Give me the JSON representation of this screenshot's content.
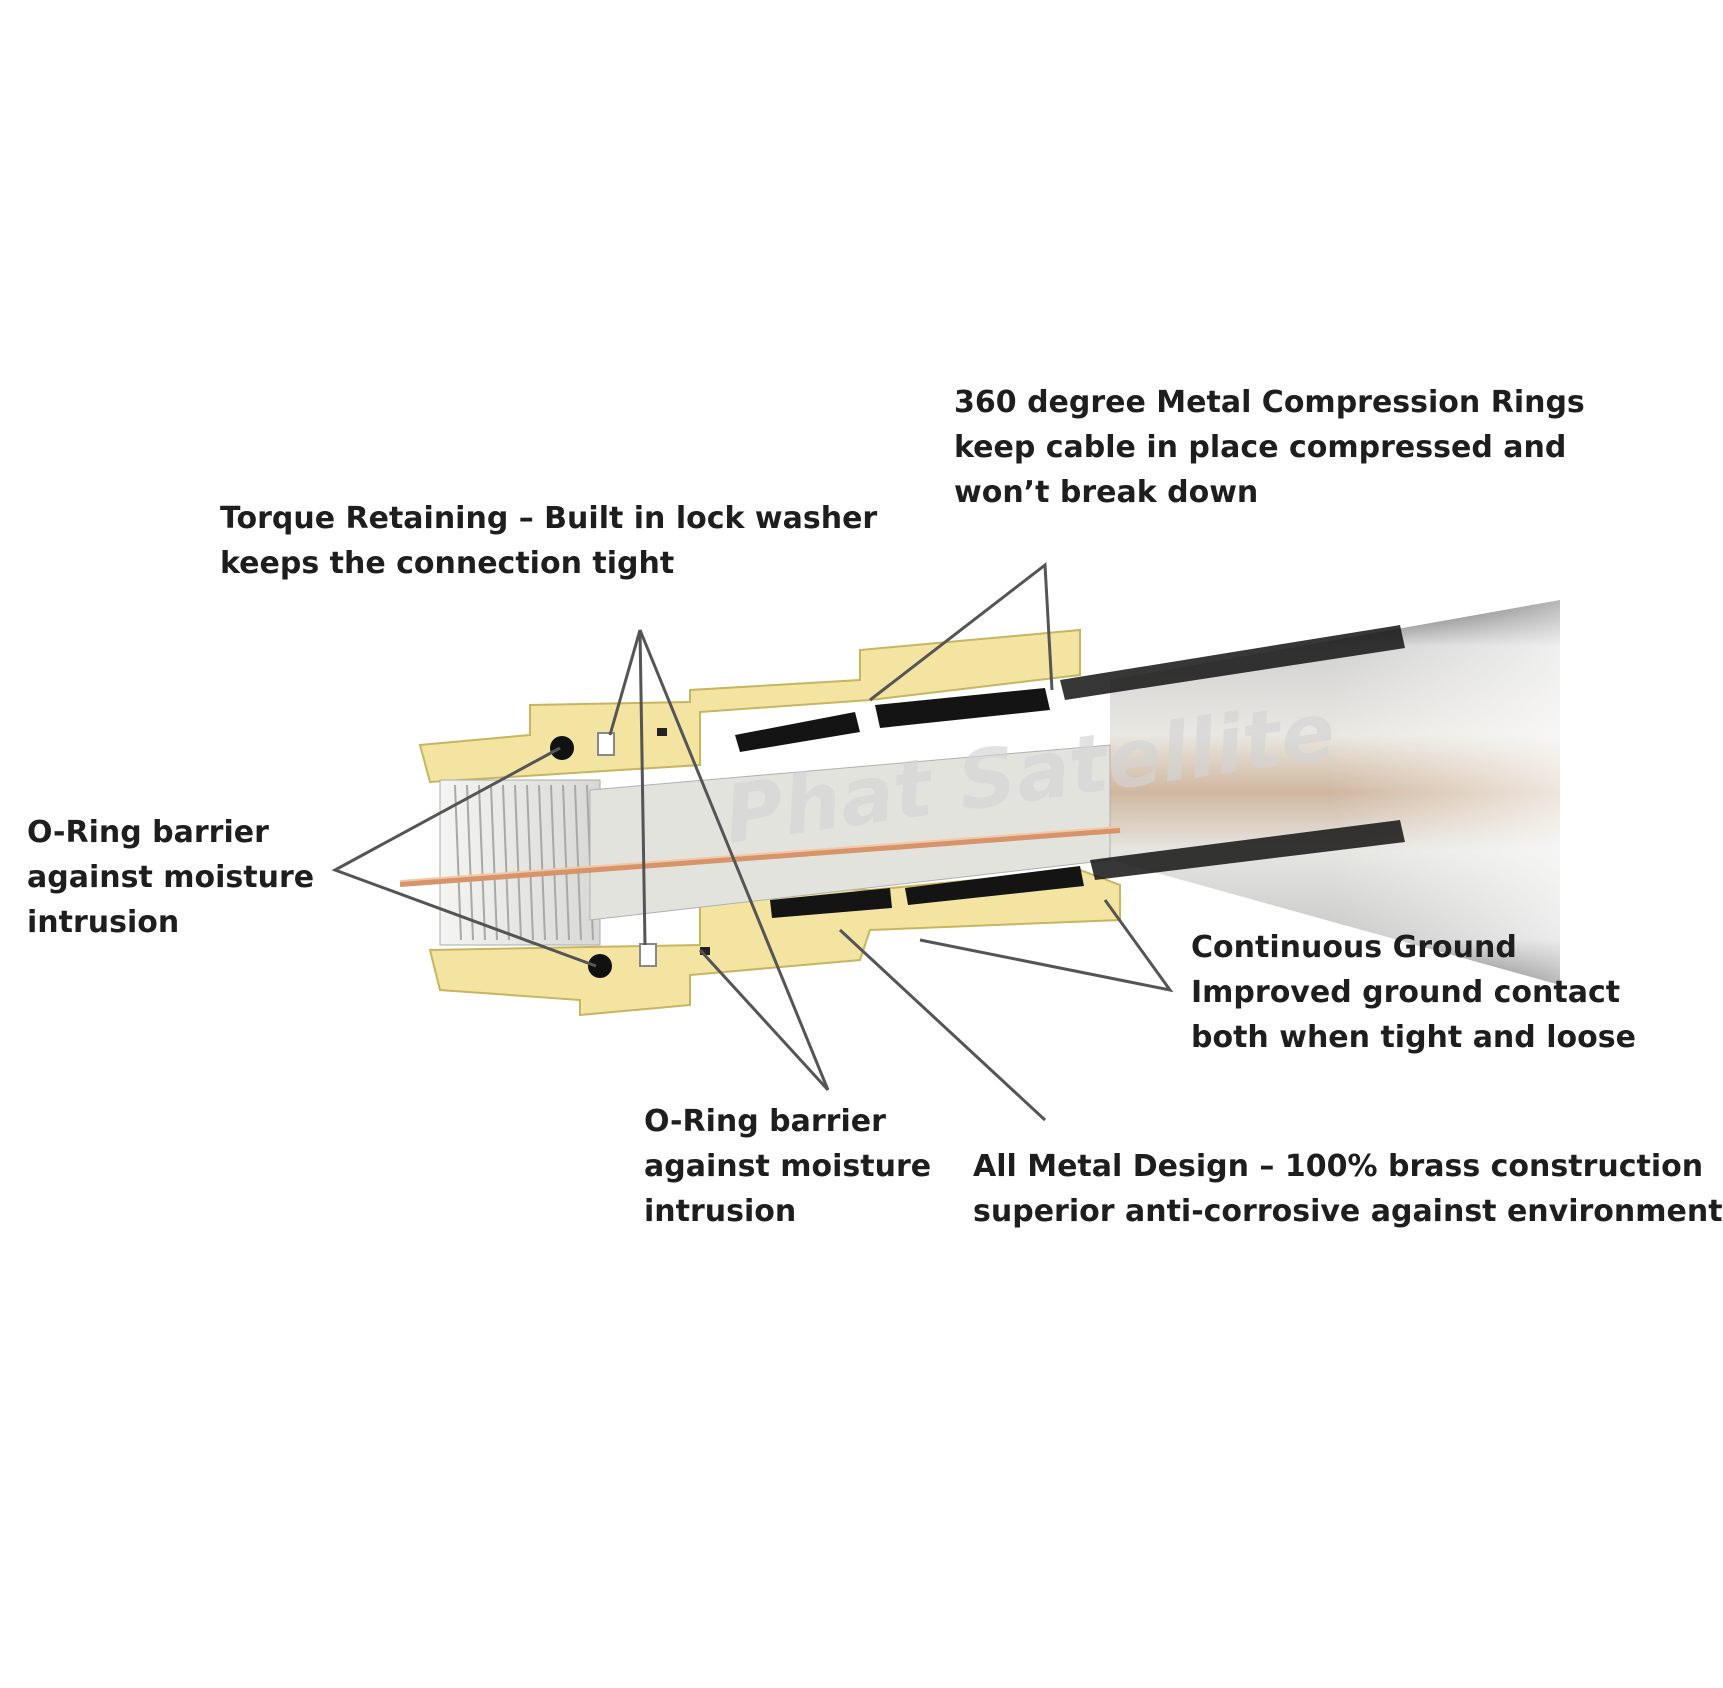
{
  "colors": {
    "brass": "#f3e4a2",
    "brass_edge": "#c8b55f",
    "compression_ring": "#141414",
    "copper_core": "#d7936a",
    "dielectric": "#dcdcd8",
    "leader_line": "#555555",
    "text": "#1e1e1e"
  },
  "callouts": {
    "compression": {
      "lines": [
        "360 degree Metal Compression Rings",
        "keep cable in place compressed and",
        "won’t break down"
      ]
    },
    "torque": {
      "lines": [
        "Torque Retaining – Built in lock washer",
        "keeps the connection tight"
      ]
    },
    "oring_left": {
      "lines": [
        "O-Ring barrier",
        "against moisture",
        "intrusion"
      ]
    },
    "ground": {
      "lines": [
        "Continuous Ground",
        "Improved ground contact",
        "both when tight and loose"
      ]
    },
    "oring_bottom": {
      "lines": [
        "O-Ring barrier",
        "against moisture",
        "intrusion"
      ]
    },
    "metal": {
      "lines": [
        "All Metal Design – 100% brass construction",
        "superior anti-corrosive against environment"
      ]
    }
  },
  "watermark": "Phat Satellite",
  "icons": {
    "connector": "coax-compression-connector-cutaway"
  }
}
